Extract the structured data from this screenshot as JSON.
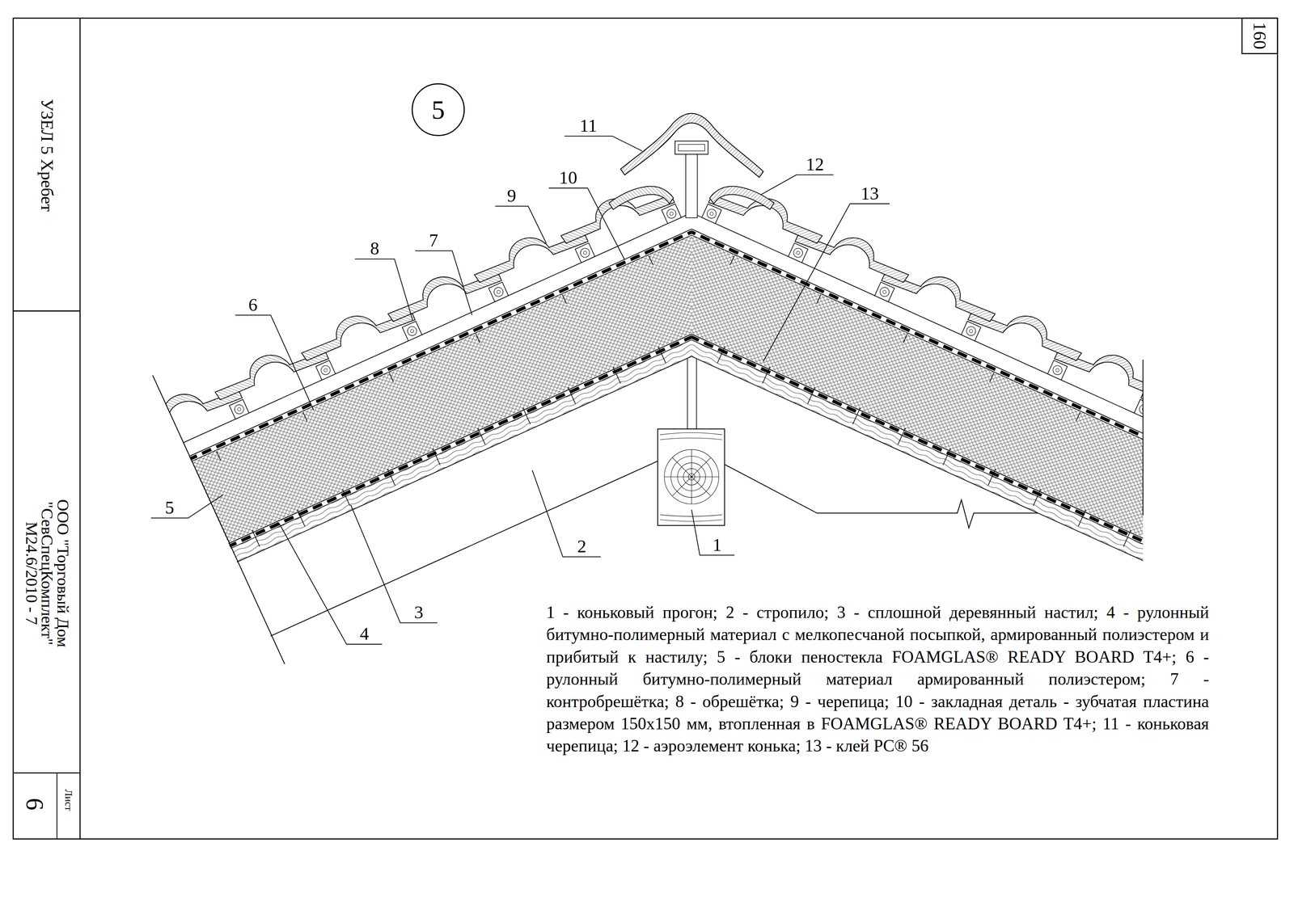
{
  "diagram": {
    "nodes": [
      {
        "text": [
          "5"
        ]
      }
    ],
    "labels": [
      "160",
      "УЗЕЛ 5 Хребет",
      "11",
      "12",
      "13",
      "10",
      "9",
      "8",
      "7",
      "6",
      "5",
      "4",
      "3",
      "2",
      "1",
      "1 - коньковый прогон; 2 - стропило; 3 - сплошной деревянный настил; 4 - рулонный битумно-полимерный материал с мелкопесчаной посыпкой, армированный полиэстером и прибитый к настилу; 5 - блоки пеностекла FOAMGLAS® READY BOARD T4+; 6 - рулонный битумно-полимерный материал армированный полиэстером; 7 - контробрешётка; 8 - обрешётка; 9 - черепица; 10 - закладная деталь - зубчатая пластина размером 150х150 мм, втопленная в FOAMGLAS® READY BOARD T4+; 11 - коньковая черепица; 12 - аэроэлемент конька; 13 - клей PC® 56",
      "ООО \"Торговый Дом \"СевСпецКомплект\" М24.6/2010 - 7",
      "Лист",
      "6"
    ]
  }
}
